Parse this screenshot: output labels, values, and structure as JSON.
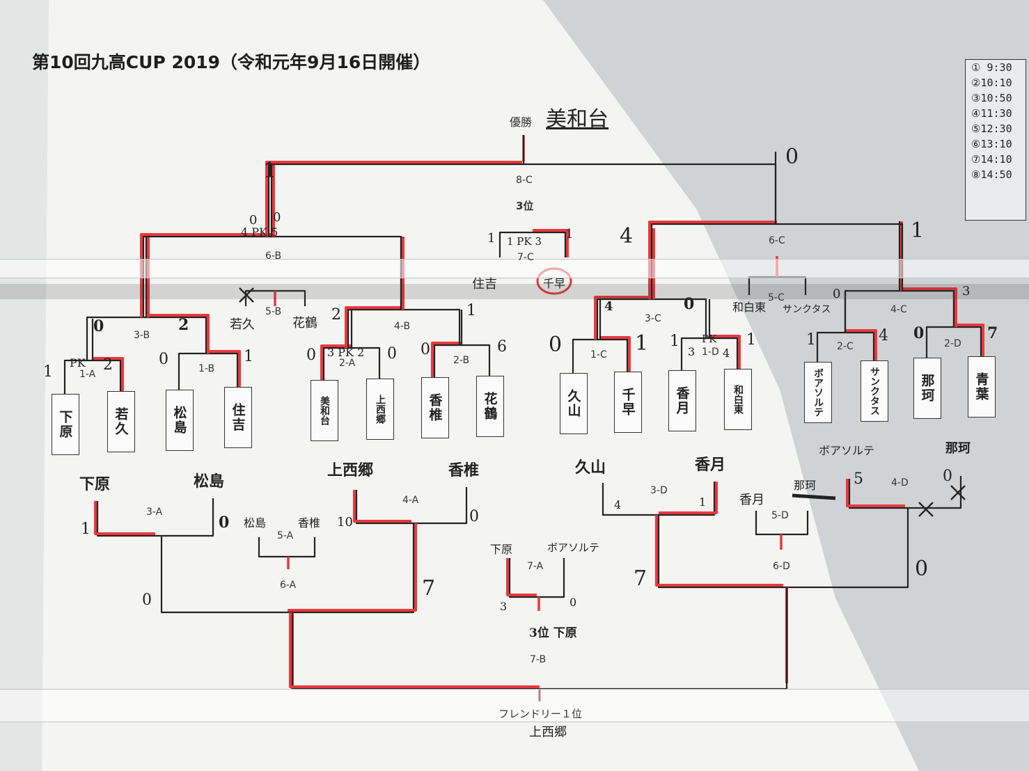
{
  "title": "第10回九高CUP 2019（令和元年9月16日開催）",
  "schedule": [
    "① 9:30",
    "②10:10",
    "③10:50",
    "④11:30",
    "⑤12:30",
    "⑥13:10",
    "⑦14:10",
    "⑧14:50"
  ],
  "champion": {
    "label": "優勝",
    "name": "美和台"
  },
  "teams": [
    "下原",
    "若久",
    "松島",
    "住吉",
    "美和台",
    "上西郷",
    "香椎",
    "花鶴",
    "久山",
    "千早",
    "香月",
    "和白東",
    "ボアソルテ",
    "サンクタス",
    "那珂",
    "青葉"
  ],
  "match_labels": {
    "m1A": "1-A",
    "m1B": "1-B",
    "m2A": "2-A",
    "m2B": "2-B",
    "m1C": "1-C",
    "m1D": "1-D",
    "m2C": "2-C",
    "m2D": "2-D",
    "m3B": "3-B",
    "m4B": "4-B",
    "m3C": "3-C",
    "m4C": "4-C",
    "m5B": "5-B",
    "m5C": "5-C",
    "m6B": "6-B",
    "m6C": "6-C",
    "m7C": "7-C",
    "m8C": "8-C",
    "m3A": "3-A",
    "m4A": "4-A",
    "m5A": "5-A",
    "m6A": "6-A",
    "m3D": "3-D",
    "m4D": "4-D",
    "m5D": "5-D",
    "m6D": "6-D",
    "m7A": "7-A",
    "m7B": "7-B"
  },
  "third_place_label": "3位",
  "third_place_result": "3位 下原",
  "friendly": {
    "label": "フレンドリー１位",
    "name": "上西郷"
  },
  "hand": {
    "s1A_l": "1",
    "s1A_r": "2",
    "pk1A": "PK",
    "s1B_l": "0",
    "s1B_r": "1",
    "s2A_l": "0",
    "s2A_r": "0",
    "pk2A": "3 PK 2",
    "s2B_l": "0",
    "s2B_r": "6",
    "s1C_l": "0",
    "s1C_r": "1",
    "s1D_l": "1",
    "s1D_r": "1",
    "pk1D": "PK",
    "pk1D_sc": "3",
    "pk1D_sc2": "4",
    "s2C_l": "1",
    "s2C_r": "4",
    "s2D_l": "0",
    "s2D_r": "7",
    "s3B_l": "0",
    "s3B_r": "2",
    "s4B_l": "2",
    "s4B_r": "1",
    "s3C_l": "4",
    "s3C_r": "0",
    "s4C_l": "0",
    "s4C_r": "3",
    "s5B_l": "若久",
    "s5B_r": "花鶴",
    "s5C_l": "和白東",
    "s5C_r": "サンクタス",
    "s6B_l": "0",
    "s6B_r": "0",
    "pk6B": "4 PK 5",
    "s6C_l": "4",
    "s6C_r": "1",
    "s7C_l": "住吉",
    "s7C_r": "千早",
    "pk7C": "1 PK 3",
    "s7C_sl": "1",
    "s7C_sr": "1",
    "s8C_l": "1",
    "s8C_r": "0",
    "c3A_l": "下原",
    "c3A_r": "松島",
    "c3A_sl": "1",
    "c3A_sr": "0",
    "c4A_l": "上西郷",
    "c4A_r": "香椎",
    "c4A_sl": "10",
    "c4A_sr": "0",
    "c5A_l": "松島",
    "c5A_r": "香椎",
    "c6A_sl": "0",
    "c6A_sr": "7",
    "c3D_l": "久山",
    "c3D_r": "香月",
    "c3D_sl": "4",
    "c3D_sr": "1",
    "c4D_l": "ボアソルテ",
    "c4D_r": "那珂",
    "c4D_sl": "5",
    "c4D_sr": "0",
    "c5D_l": "香月",
    "c5D_r": "那珂",
    "c6D_sl": "7",
    "c6D_sr": "0",
    "c7A_l": "下原",
    "c7A_r": "ボアソルテ",
    "c7A_sl": "3",
    "c7A_sr": "0"
  },
  "colors": {
    "paper": "#f4f4f2",
    "ink": "#222222",
    "red": "#e8383d",
    "shadow": "#c4c8ca"
  }
}
